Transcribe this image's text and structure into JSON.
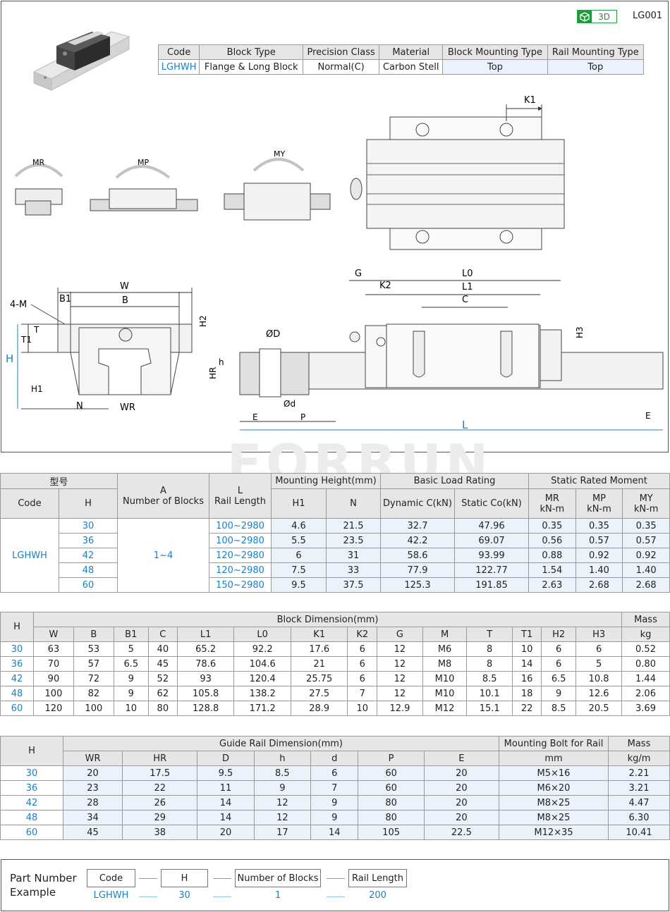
{
  "badge": {
    "label": "3D",
    "code": "LG001"
  },
  "spec_table": {
    "headers": [
      "Code",
      "Block Type",
      "Precision Class",
      "Material",
      "Block Mounting Type",
      "Rail Mounting Type"
    ],
    "values": [
      "LGHWH",
      "Flange & Long Block",
      "Normal(C)",
      "Carbon Stell",
      "Top",
      "Top"
    ]
  },
  "diagram_labels": {
    "mr": "MR",
    "mp": "MP",
    "my": "MY",
    "k1": "K1",
    "w": "W",
    "b": "B",
    "b1": "B1",
    "four_m": "4-M",
    "h2": "H2",
    "t1": "T1",
    "t": "T",
    "h": "H",
    "h1": "H1",
    "n": "N",
    "wr": "WR",
    "od": "ØD",
    "hr": "HR",
    "hs": "h",
    "od_small": "Ød",
    "e": "E",
    "p": "P",
    "l": "L",
    "g": "G",
    "l0": "L0",
    "k2": "K2",
    "l1": "L1",
    "c": "C",
    "h3": "H3",
    "e2": "E"
  },
  "watermark": "FORRUN",
  "table1": {
    "group1": "型号",
    "code": "Code",
    "h": "H",
    "a_title": "A",
    "a_sub": "Number of Blocks",
    "l_title": "L",
    "l_sub": "Rail Length",
    "mounting": "Mounting Height(mm)",
    "h1": "H1",
    "n": "N",
    "load": "Basic Load Rating",
    "dyn": "Dynamic C(kN)",
    "stat": "Static Co(kN)",
    "moment": "Static Rated Moment",
    "mr": "MR",
    "mp": "MP",
    "my": "MY",
    "unit": "kN-m",
    "code_value": "LGHWH",
    "a_value": "1~4",
    "rows": [
      [
        "30",
        "100~2980",
        "4.6",
        "21.5",
        "32.7",
        "47.96",
        "0.35",
        "0.35",
        "0.35"
      ],
      [
        "36",
        "100~2980",
        "5.5",
        "23.5",
        "42.2",
        "69.07",
        "0.56",
        "0.57",
        "0.57"
      ],
      [
        "42",
        "120~2980",
        "6",
        "31",
        "58.6",
        "93.99",
        "0.88",
        "0.92",
        "0.92"
      ],
      [
        "48",
        "120~2980",
        "7.5",
        "33",
        "77.9",
        "122.77",
        "1.54",
        "1.40",
        "1.40"
      ],
      [
        "60",
        "150~2980",
        "9.5",
        "37.5",
        "125.3",
        "191.85",
        "2.63",
        "2.68",
        "2.68"
      ]
    ]
  },
  "table2": {
    "h": "H",
    "title": "Block Dimension(mm)",
    "mass": "Mass",
    "mass_unit": "kg",
    "cols": [
      "W",
      "B",
      "B1",
      "C",
      "L1",
      "L0",
      "K1",
      "K2",
      "G",
      "M",
      "T",
      "T1",
      "H2",
      "H3"
    ],
    "rows": [
      [
        "30",
        "63",
        "53",
        "5",
        "40",
        "65.2",
        "92.2",
        "17.6",
        "6",
        "12",
        "M6",
        "8",
        "10",
        "6",
        "6",
        "0.52"
      ],
      [
        "36",
        "70",
        "57",
        "6.5",
        "45",
        "78.6",
        "104.6",
        "21",
        "6",
        "12",
        "M8",
        "8",
        "14",
        "6",
        "5",
        "0.80"
      ],
      [
        "42",
        "90",
        "72",
        "9",
        "52",
        "93",
        "120.4",
        "25.75",
        "6",
        "12",
        "M10",
        "8.5",
        "16",
        "6.5",
        "10.8",
        "1.44"
      ],
      [
        "48",
        "100",
        "82",
        "9",
        "62",
        "105.8",
        "138.2",
        "27.5",
        "7",
        "12",
        "M10",
        "10.1",
        "18",
        "9",
        "12.6",
        "2.06"
      ],
      [
        "60",
        "120",
        "100",
        "10",
        "80",
        "128.8",
        "171.2",
        "28.9",
        "10",
        "12.9",
        "M12",
        "15.1",
        "22",
        "8.5",
        "20.5",
        "3.69"
      ]
    ]
  },
  "table3": {
    "h": "H",
    "title": "Guide Rail Dimension(mm)",
    "bolt": "Mounting Bolt for Rail",
    "bolt_unit": "mm",
    "mass": "Mass",
    "mass_unit": "kg/m",
    "cols": [
      "WR",
      "HR",
      "D",
      "h",
      "d",
      "P",
      "E"
    ],
    "rows": [
      [
        "30",
        "20",
        "17.5",
        "9.5",
        "8.5",
        "6",
        "60",
        "20",
        "M5×16",
        "2.21"
      ],
      [
        "36",
        "23",
        "22",
        "11",
        "9",
        "7",
        "60",
        "20",
        "M6×20",
        "3.21"
      ],
      [
        "42",
        "28",
        "26",
        "14",
        "12",
        "9",
        "80",
        "20",
        "M8×25",
        "4.47"
      ],
      [
        "48",
        "34",
        "29",
        "14",
        "12",
        "9",
        "80",
        "20",
        "M8×25",
        "6.30"
      ],
      [
        "60",
        "45",
        "38",
        "20",
        "17",
        "14",
        "105",
        "22.5",
        "M12×35",
        "10.41"
      ]
    ]
  },
  "part_number": {
    "title_line1": "Part Number",
    "title_line2": "Example",
    "boxes": [
      "Code",
      "H",
      "Number of Blocks",
      "Rail Length"
    ],
    "values": [
      "LGHWH",
      "30",
      "1",
      "200"
    ]
  }
}
